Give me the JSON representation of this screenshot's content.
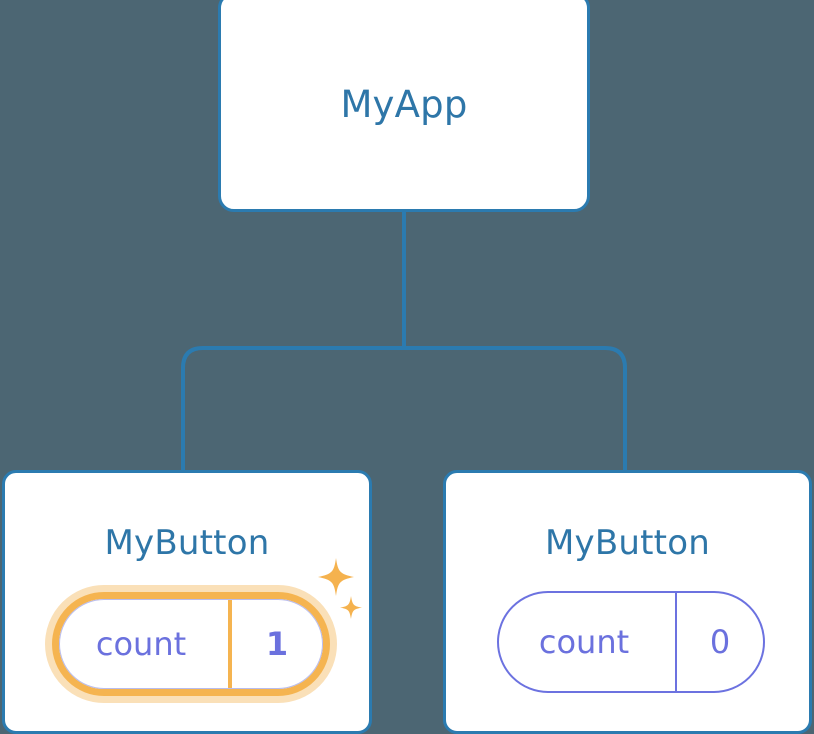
{
  "diagram": {
    "type": "component-tree",
    "background_color": "#4c6673",
    "node_border_color": "#2b7bb0",
    "title_color": "#2e76a8",
    "state_color": "#6b71de",
    "highlight_color": "#f5b450",
    "highlight_glow_color": "#fae0b8"
  },
  "root": {
    "title": "MyApp"
  },
  "children": [
    {
      "title": "MyButton",
      "state": {
        "key": "count",
        "value": "1"
      },
      "highlighted": true,
      "sparkle_icons": [
        "sparkle-large-icon",
        "sparkle-small-icon"
      ]
    },
    {
      "title": "MyButton",
      "state": {
        "key": "count",
        "value": "0"
      },
      "highlighted": false
    }
  ]
}
